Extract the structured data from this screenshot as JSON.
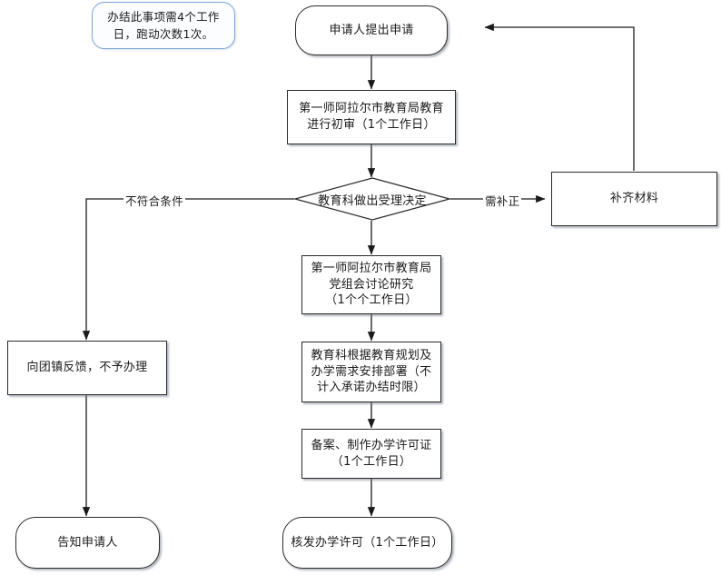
{
  "diagram": {
    "title_note": "办结此事项需4个工作\n日，跑动次数1次。",
    "nodes": {
      "note": {
        "label": "办结此事项需4个工作\n日，跑动次数1次。"
      },
      "start": {
        "label": "申请人提出申请"
      },
      "first_review": {
        "label": "第一师阿拉尔市教育局教育\n进行初审（1个工作日）"
      },
      "decision": {
        "label": "教育科做出受理决定"
      },
      "supplement": {
        "label": "补齐材料"
      },
      "party_meeting": {
        "label": "第一师阿拉尔市教育局\n党组会讨论研究\n（1个个工作日）"
      },
      "arrange": {
        "label": "教育科根据教育规划及\n办学需求安排部署（不\n计入承诺办结时限）"
      },
      "record_make": {
        "label": "备案、制作办学许可证\n（1个工作日）"
      },
      "issue_license": {
        "label": "核发办学许可（1个工作日）"
      },
      "feedback_reject": {
        "label": "向团镇反馈，不予办理"
      },
      "notify_applicant": {
        "label": "告知申请人"
      }
    },
    "edge_labels": {
      "not_qualified": "不符合条件",
      "need_supplement": "需补正"
    },
    "colors": {
      "node_border": "#2b2b2b",
      "note_border": "#7ba7d7",
      "edge_line": "#1a1a1a",
      "background": "#ffffff",
      "shadow": "#8a919c"
    }
  }
}
